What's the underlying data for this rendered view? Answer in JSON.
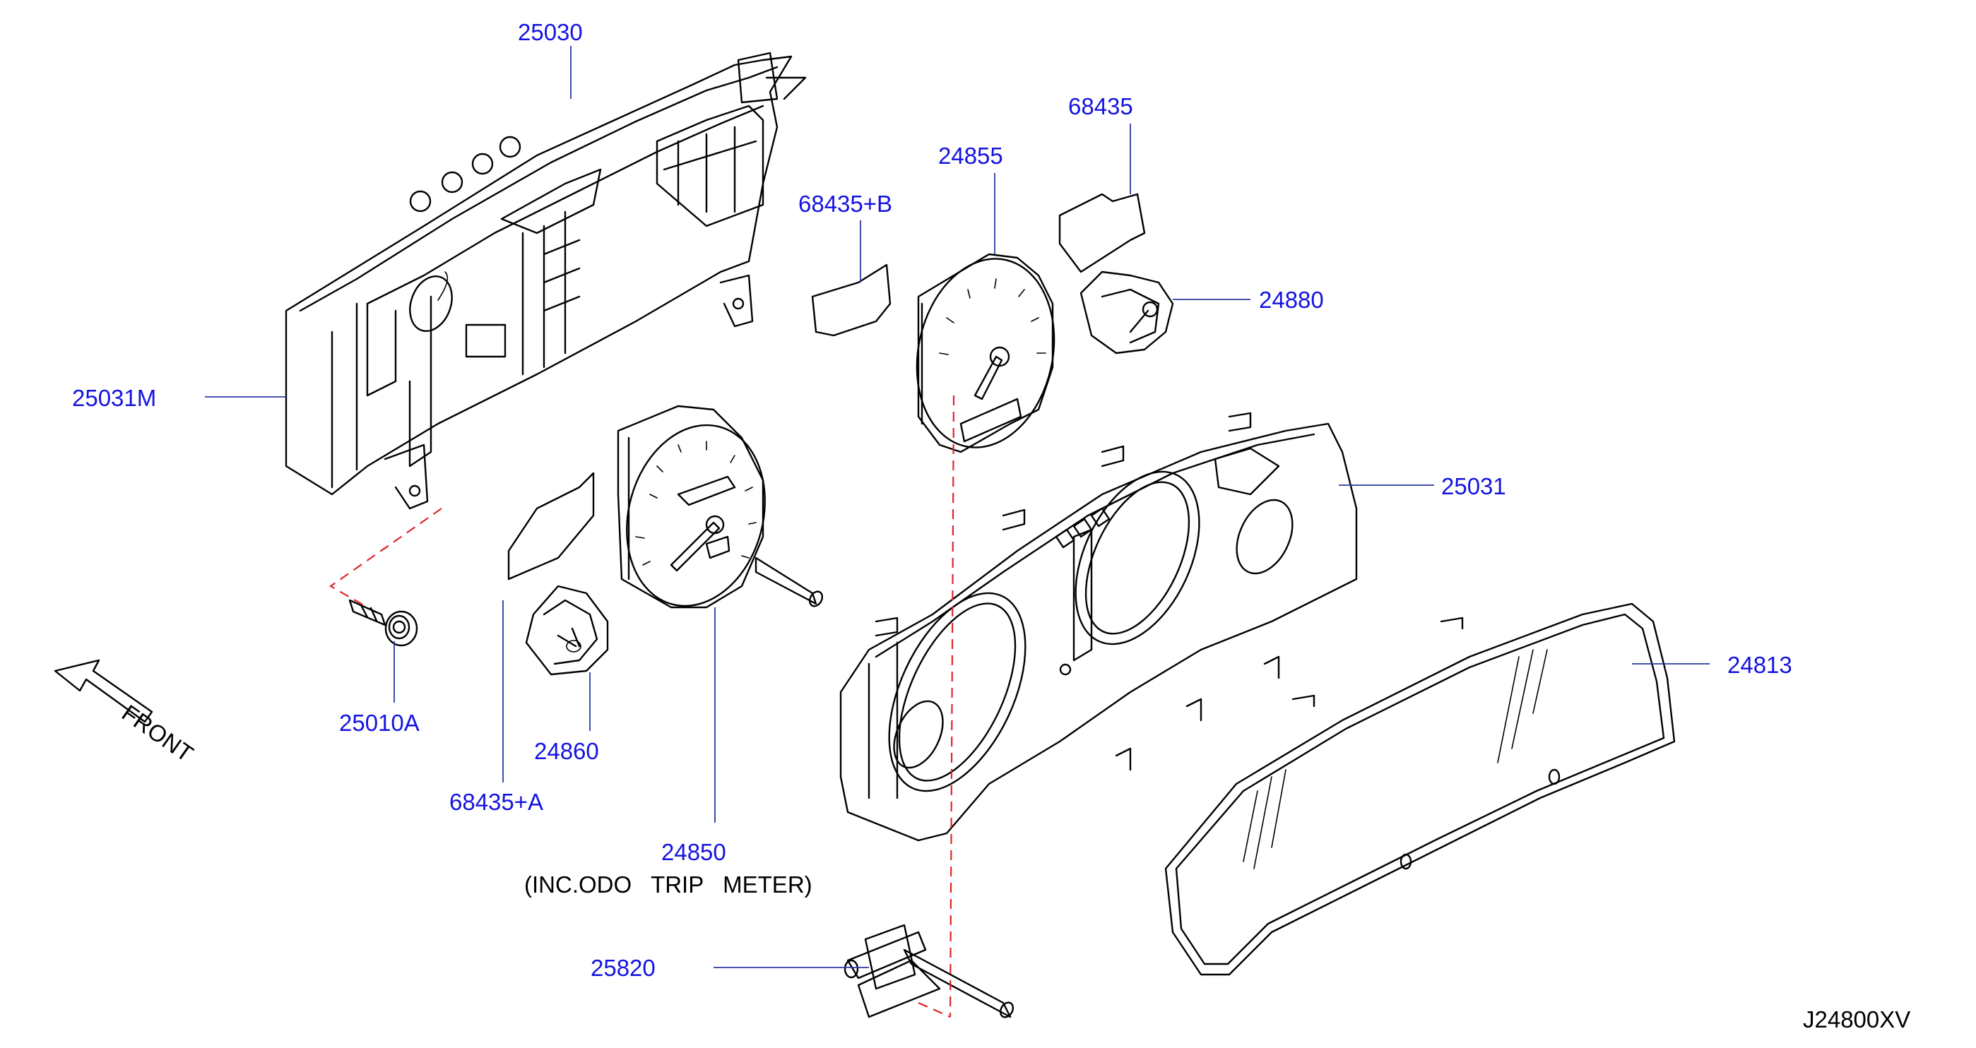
{
  "labels": {
    "p25030": "25030",
    "p25031m": "25031M",
    "p25010a": "25010A",
    "p68435b": "68435+B",
    "p68435a": "68435+A",
    "p24860": "24860",
    "p24850": "24850",
    "p24850_note": "(INC.ODO   TRIP   METER)",
    "p24855": "24855",
    "p68435": "68435",
    "p24880": "24880",
    "p25031": "25031",
    "p24813": "24813",
    "p25820": "25820",
    "front": "FRONT",
    "diagram_code": "J24800XV"
  },
  "colors": {
    "label": "#1414e0",
    "leader": "#2a3aa0",
    "hidden_line": "#e0252b",
    "stroke": "#000000"
  }
}
